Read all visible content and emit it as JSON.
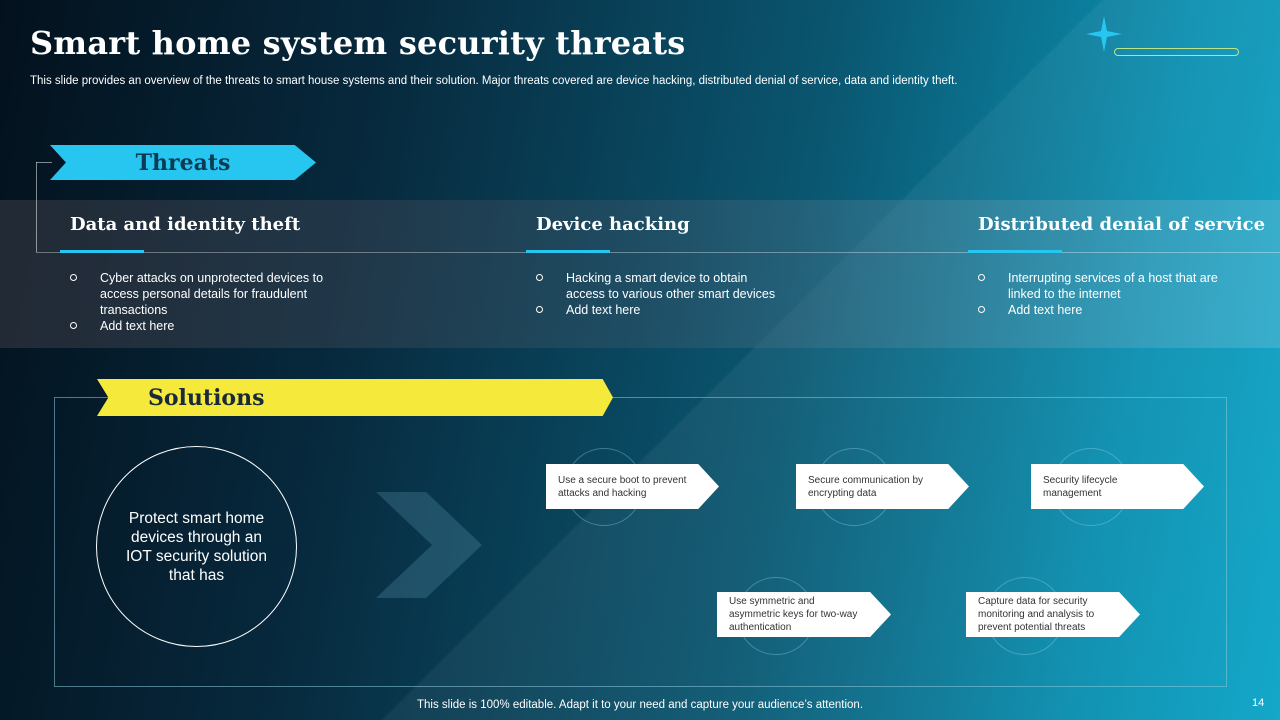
{
  "slide": {
    "title": "Smart home system security threats",
    "subtitle": "This slide provides an overview of the threats to  smart house systems and their solution. Major threats covered are device hacking, distributed denial of service, data and identity theft.",
    "footer": "This slide is 100% editable. Adapt it to your need and capture your audience’s attention.",
    "page_number": "14"
  },
  "threats": {
    "label": "Threats",
    "columns": [
      {
        "heading": "Data and identity theft",
        "items": [
          "Cyber attacks on unprotected devices  to access personal details for fraudulent  transactions",
          "Add text here"
        ]
      },
      {
        "heading": "Device hacking",
        "items": [
          "Hacking a smart device  to obtain access to various  other smart devices",
          "Add text here"
        ]
      },
      {
        "heading": "Distributed denial  of  service",
        "items": [
          "Interrupting  services of a host that are linked to the internet",
          "Add text here"
        ]
      }
    ]
  },
  "solutions": {
    "label": "Solutions",
    "center_text": "Protect smart home devices through  an IOT security solution that has",
    "items": [
      "Use a secure boot to prevent attacks and hacking",
      "Secure communication by encrypting data",
      "Security lifecycle management",
      "Use symmetric and asymmetric keys for two-way authentication",
      "Capture data for security monitoring and analysis to prevent potential threats"
    ]
  },
  "colors": {
    "threats_accent": "#26c6f0",
    "solutions_accent": "#f5ea3c",
    "deco_bar": "#b9e68a"
  }
}
